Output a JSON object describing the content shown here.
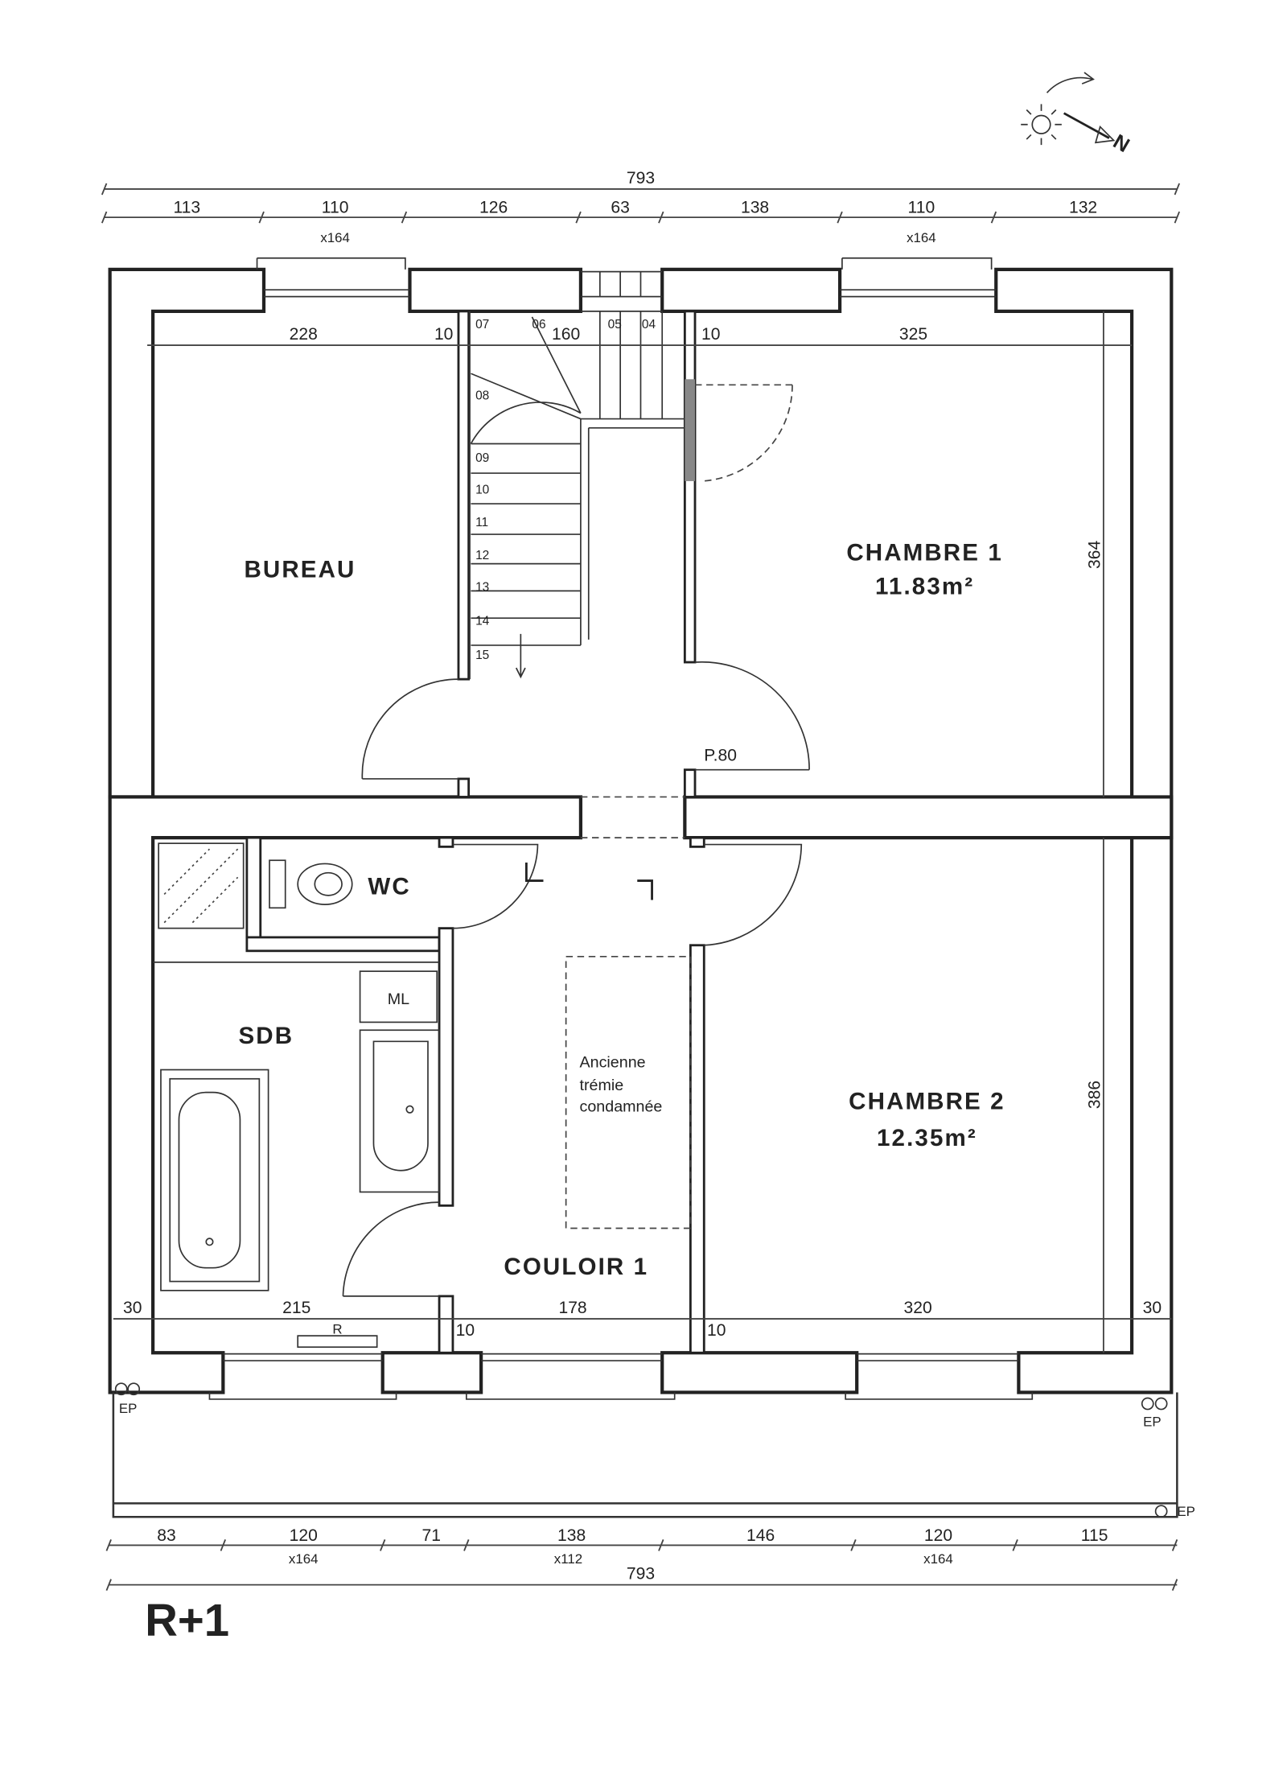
{
  "plan": {
    "level_label": "R+1",
    "north_label": "N",
    "rooms": {
      "bureau": "BUREAU",
      "chambre1": "CHAMBRE 1",
      "chambre1_area": "11.83m²",
      "chambre2": "CHAMBRE 2",
      "chambre2_area": "12.35m²",
      "wc": "WC",
      "sdb": "SDB",
      "couloir": "COULOIR 1"
    },
    "notes": {
      "tremie_1": "Ancienne",
      "tremie_2": "trémie",
      "tremie_3": "condamnée",
      "ml": "ML",
      "radiator": "R",
      "door": "P.80",
      "ep_left": "EP",
      "ep_right": "EP",
      "ep_terrace": "EP"
    },
    "top_dims": {
      "total": "793",
      "segments": [
        "113",
        "110",
        "126",
        "63",
        "138",
        "110",
        "132"
      ],
      "window_left": "x164",
      "window_right": "x164"
    },
    "inner_top_dims": [
      "228",
      "10",
      "160",
      "10",
      "325"
    ],
    "inner_bottom_dims": [
      "30",
      "215",
      "10",
      "178",
      "10",
      "320",
      "30"
    ],
    "side_dims": {
      "chambre1_h": "364",
      "chambre2_h": "386"
    },
    "bottom_dims": {
      "segments": [
        "83",
        "120",
        "71",
        "138",
        "146",
        "120",
        "115"
      ],
      "windows": [
        "x164",
        "x112",
        "x164"
      ],
      "total": "793"
    },
    "stairs": [
      "07",
      "06",
      "05",
      "04",
      "08",
      "09",
      "10",
      "11",
      "12",
      "13",
      "14",
      "15"
    ]
  }
}
